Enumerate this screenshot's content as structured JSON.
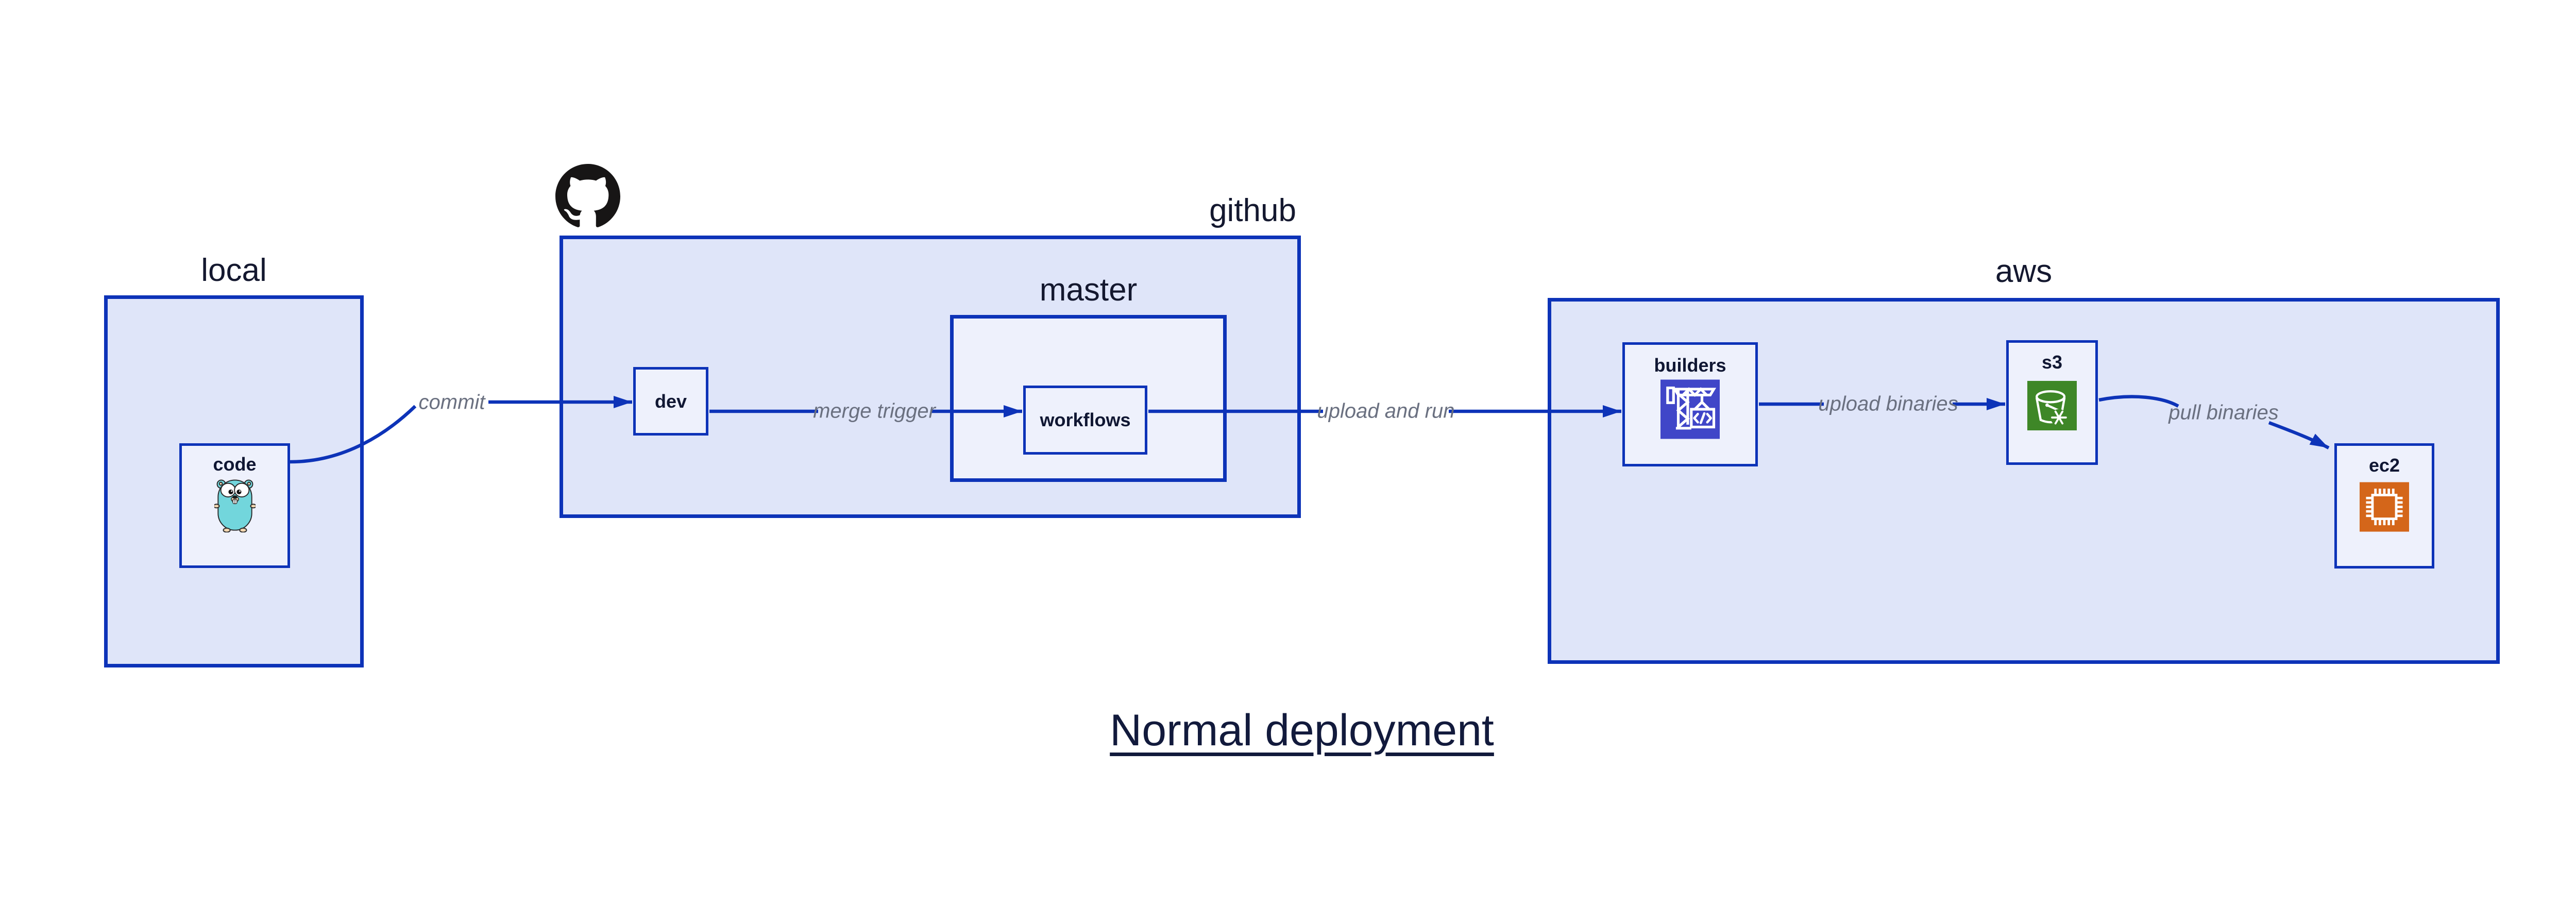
{
  "title": {
    "text": "Normal deployment"
  },
  "clusters": {
    "local": {
      "label": "local"
    },
    "github": {
      "label": "github"
    },
    "master": {
      "label": "master"
    },
    "aws": {
      "label": "aws"
    }
  },
  "nodes": {
    "code": {
      "label": "code",
      "icon": "go-gopher-icon"
    },
    "dev": {
      "label": "dev"
    },
    "workflows": {
      "label": "workflows"
    },
    "builders": {
      "label": "builders",
      "icon": "codebuild-crane-icon"
    },
    "s3": {
      "label": "s3",
      "icon": "s3-bucket-snowflake-icon"
    },
    "ec2": {
      "label": "ec2",
      "icon": "ec2-chip-icon"
    }
  },
  "edges": {
    "commit": {
      "label": "commit",
      "from": "code",
      "to": "dev"
    },
    "merge_trigger": {
      "label": "merge trigger",
      "from": "dev",
      "to": "workflows"
    },
    "upload_and_run": {
      "label": "upload and run",
      "from": "workflows",
      "to": "builders"
    },
    "upload_binaries": {
      "label": "upload binaries",
      "from": "builders",
      "to": "s3"
    },
    "pull_binaries": {
      "label": "pull binaries",
      "from": "s3",
      "to": "ec2"
    }
  },
  "decorations": {
    "github_logo": "github-octocat-icon"
  },
  "colors": {
    "edge_blue": "#0d33b8",
    "cluster_fill": "#dfe5f9",
    "node_fill": "#eef1fc",
    "edge_label_gray": "#6a7080",
    "label_navy": "#101733",
    "title_navy": "#121a3c",
    "octocat_black": "#171515",
    "gopher_teal": "#72d6dc",
    "codebuild_indigo": "#4046c8",
    "s3_green": "#3e8727",
    "ec2_orange": "#d4661a"
  }
}
